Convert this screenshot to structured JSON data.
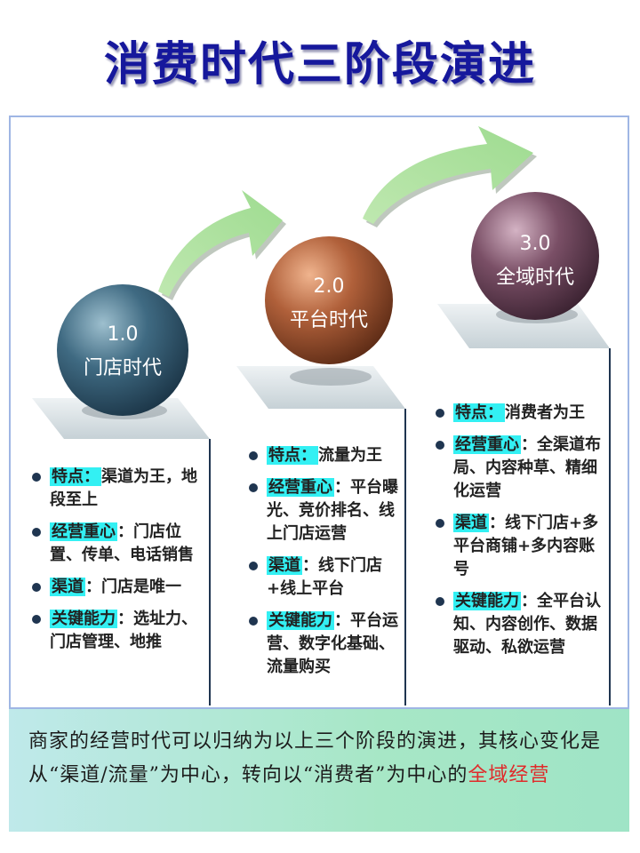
{
  "title": "消费时代三阶段演进",
  "stages": [
    {
      "num": "1.0",
      "name": "门店时代",
      "items": [
        {
          "label": "特点：",
          "text": "渠道为王，地段至上"
        },
        {
          "label": "经营重心",
          "text": "：门店位置、传单、电话销售"
        },
        {
          "label": "渠道",
          "text": "：门店是唯一"
        },
        {
          "label": "关键能力",
          "text": "：选址力、门店管理、地推"
        }
      ]
    },
    {
      "num": "2.0",
      "name": "平台时代",
      "items": [
        {
          "label": "特点：",
          "text": "流量为王"
        },
        {
          "label": "经营重心",
          "text": "：平台曝光、竞价排名、线上门店运营"
        },
        {
          "label": "渠道",
          "text": "：线下门店+线上平台"
        },
        {
          "label": "关键能力",
          "text": "：平台运营、数字化基础、流量购买"
        }
      ]
    },
    {
      "num": "3.0",
      "name": "全域时代",
      "items": [
        {
          "label": "特点：",
          "text": "消费者为王"
        },
        {
          "label": "经营重心",
          "text": "：全渠道布局、内容种草、精细化运营"
        },
        {
          "label": "渠道",
          "text": "：线下门店+多平台商铺+多内容账号"
        },
        {
          "label": "关键能力",
          "text": "：全平台认知、内容创作、数据驱动、私欲运营"
        }
      ]
    }
  ],
  "summary": {
    "text": "商家的经营时代可以归纳为以上三个阶段的演进，其核心变化是从“渠道/流量”为中心，转向以“消费者”为中心的",
    "highlight": "全域经营"
  },
  "colors": {
    "title": "#16189c",
    "highlight": "#33f0f3",
    "orb1": "#3f6a82",
    "orb2": "#b0603a",
    "orb3": "#7a4f66",
    "arrow": "#a8e09a",
    "accent_red": "#e02a2a"
  }
}
